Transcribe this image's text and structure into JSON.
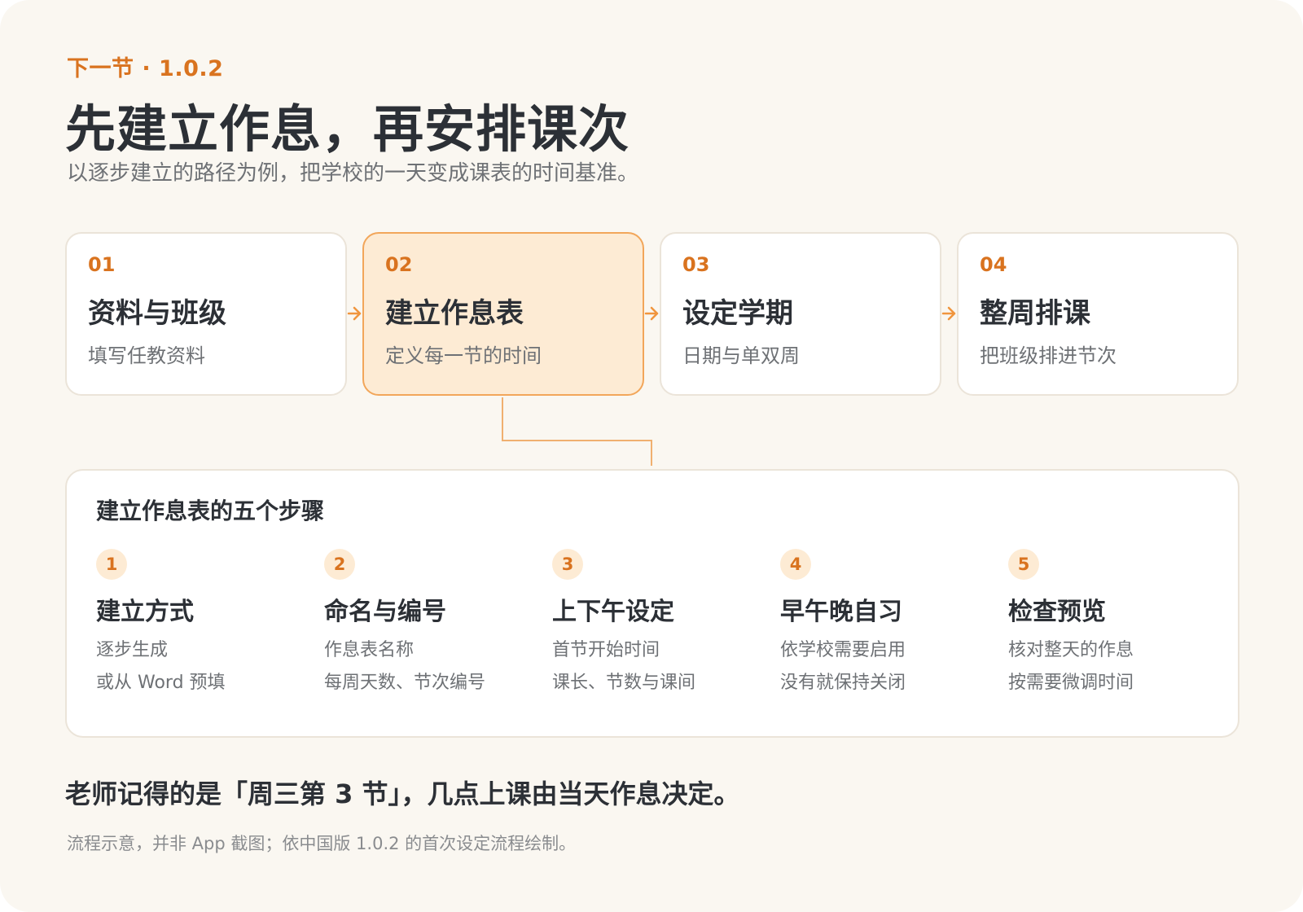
{
  "header": {
    "eyebrow": "下一节 · 1.0.2",
    "title": "先建立作息，再安排课次",
    "subtitle": "以逐步建立的路径为例，把学校的一天变成课表的时间基准。"
  },
  "cards": [
    {
      "num": "01",
      "title": "资料与班级",
      "sub": "填写任教资料",
      "active": false
    },
    {
      "num": "02",
      "title": "建立作息表",
      "sub": "定义每一节的时间",
      "active": true
    },
    {
      "num": "03",
      "title": "设定学期",
      "sub": "日期与单双周",
      "active": false
    },
    {
      "num": "04",
      "title": "整周排课",
      "sub": "把班级排进节次",
      "active": false
    }
  ],
  "steps_panel": {
    "title": "建立作息表的五个步骤",
    "steps": [
      {
        "num": "1",
        "title": "建立方式",
        "line1": "逐步生成",
        "line2": "或从 Word 预填"
      },
      {
        "num": "2",
        "title": "命名与编号",
        "line1": "作息表名称",
        "line2": "每周天数、节次编号"
      },
      {
        "num": "3",
        "title": "上下午设定",
        "line1": "首节开始时间",
        "line2": "课长、节数与课间"
      },
      {
        "num": "4",
        "title": "早午晚自习",
        "line1": "依学校需要启用",
        "line2": "没有就保持关闭"
      },
      {
        "num": "5",
        "title": "检查预览",
        "line1": "核对整天的作息",
        "line2": "按需要微调时间"
      }
    ]
  },
  "bottom_note": "老师记得的是「周三第 3 节」，几点上课由当天作息决定。",
  "footnote": "流程示意，并非 App 截图；依中国版 1.0.2 的首次设定流程绘制。",
  "colors": {
    "accent": "#d9731f",
    "accent_light": "#fdebd4",
    "arrow": "#f0953e",
    "background": "#faf7f1"
  }
}
